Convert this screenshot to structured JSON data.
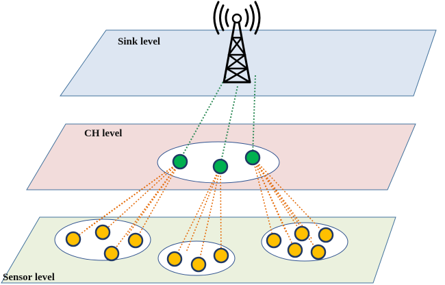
{
  "levels": {
    "sink": {
      "label": "Sink level",
      "fill": "#dde6f2"
    },
    "ch": {
      "label": "CH level",
      "fill": "#f2dcdb"
    },
    "sensor": {
      "label": "Sensor level",
      "fill": "#ebf1de"
    }
  },
  "colors": {
    "plane_border": "#41719c",
    "tower": "#000000",
    "ch_node_fill": "#00b050",
    "ch_node_stroke": "#1f3864",
    "ch_link": "#2e8b57",
    "sensor_node_fill": "#ffc000",
    "sensor_node_stroke": "#1f3864",
    "sensor_link": "#e46c0a",
    "cluster_fill": "#ffffff",
    "cluster_stroke": "#2f528f"
  },
  "icons": {
    "tower": "cell-tower-icon"
  }
}
